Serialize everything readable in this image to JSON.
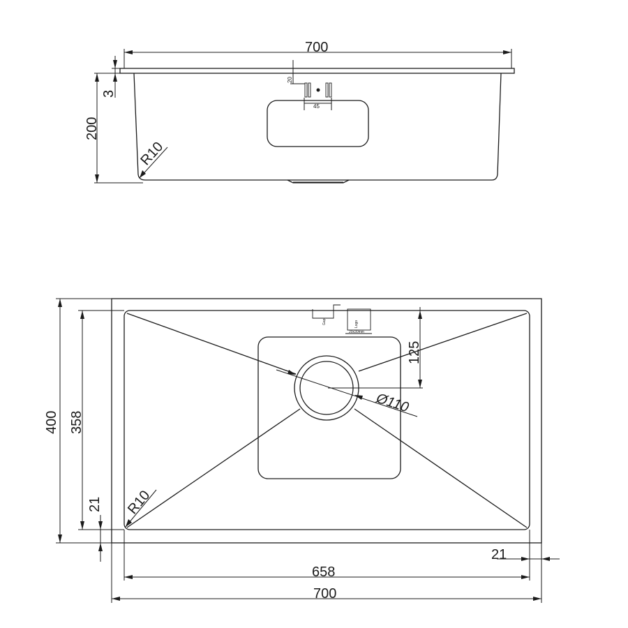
{
  "side_view": {
    "overall_width": "700",
    "flange_thickness": "3",
    "depth": "200",
    "overflow_height": "20",
    "overflow_width": "45",
    "corner_radius": "R10"
  },
  "top_view": {
    "outer_height": "400",
    "bowl_height": "358",
    "bottom_offset": "21",
    "bowl_width": "658",
    "overall_width": "700",
    "right_offset": "21",
    "drain_depth": "125",
    "drain_diameter": "Ø110",
    "corner_radius": "R10",
    "gap_label": "Gap",
    "logo_label": "Logo",
    "logo_size": "20x30mm"
  }
}
